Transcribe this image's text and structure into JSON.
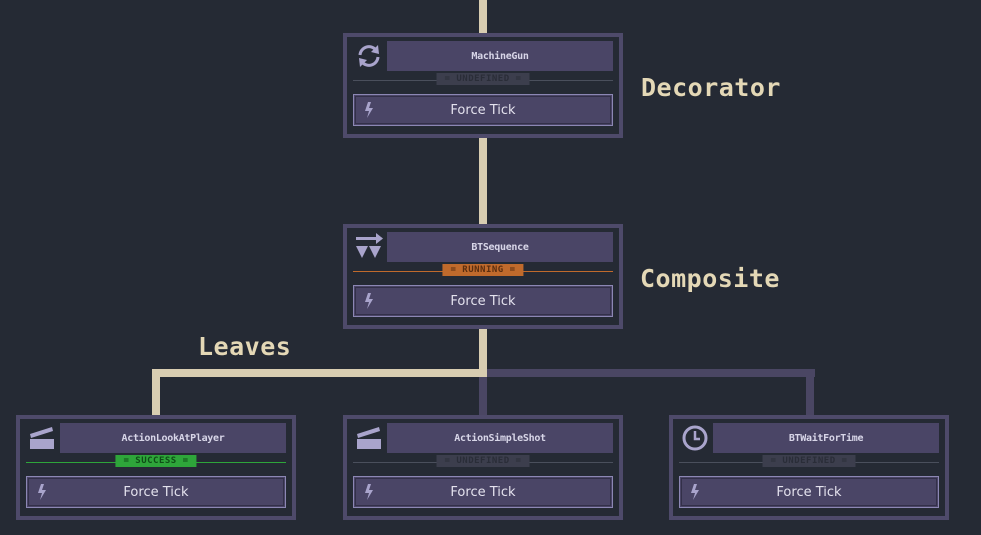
{
  "colors": {
    "background": "#252a34",
    "node_border": "#4e4a6a",
    "active_wire": "#d8cdb1",
    "inactive_wire": "#4a4663",
    "status_undefined": "#3c3e4d",
    "status_running": "#c06a2c",
    "status_success": "#2ea53a",
    "label_text": "#e4d8b6"
  },
  "labels": {
    "decorator": "Decorator",
    "composite": "Composite",
    "leaves": "Leaves"
  },
  "nodes": {
    "machinegun": {
      "title": "MachineGun",
      "icon": "repeat-icon",
      "status": "UNDEFINED",
      "button": "Force Tick"
    },
    "btsequence": {
      "title": "BTSequence",
      "icon": "sequence-icon",
      "status": "RUNNING",
      "button": "Force Tick"
    },
    "action_look": {
      "title": "ActionLookAtPlayer",
      "icon": "clapperboard-icon",
      "status": "SUCCESS",
      "button": "Force Tick"
    },
    "action_shot": {
      "title": "ActionSimpleShot",
      "icon": "clapperboard-icon",
      "status": "UNDEFINED",
      "button": "Force Tick"
    },
    "bt_wait": {
      "title": "BTWaitForTime",
      "icon": "clock-icon",
      "status": "UNDEFINED",
      "button": "Force Tick"
    }
  }
}
